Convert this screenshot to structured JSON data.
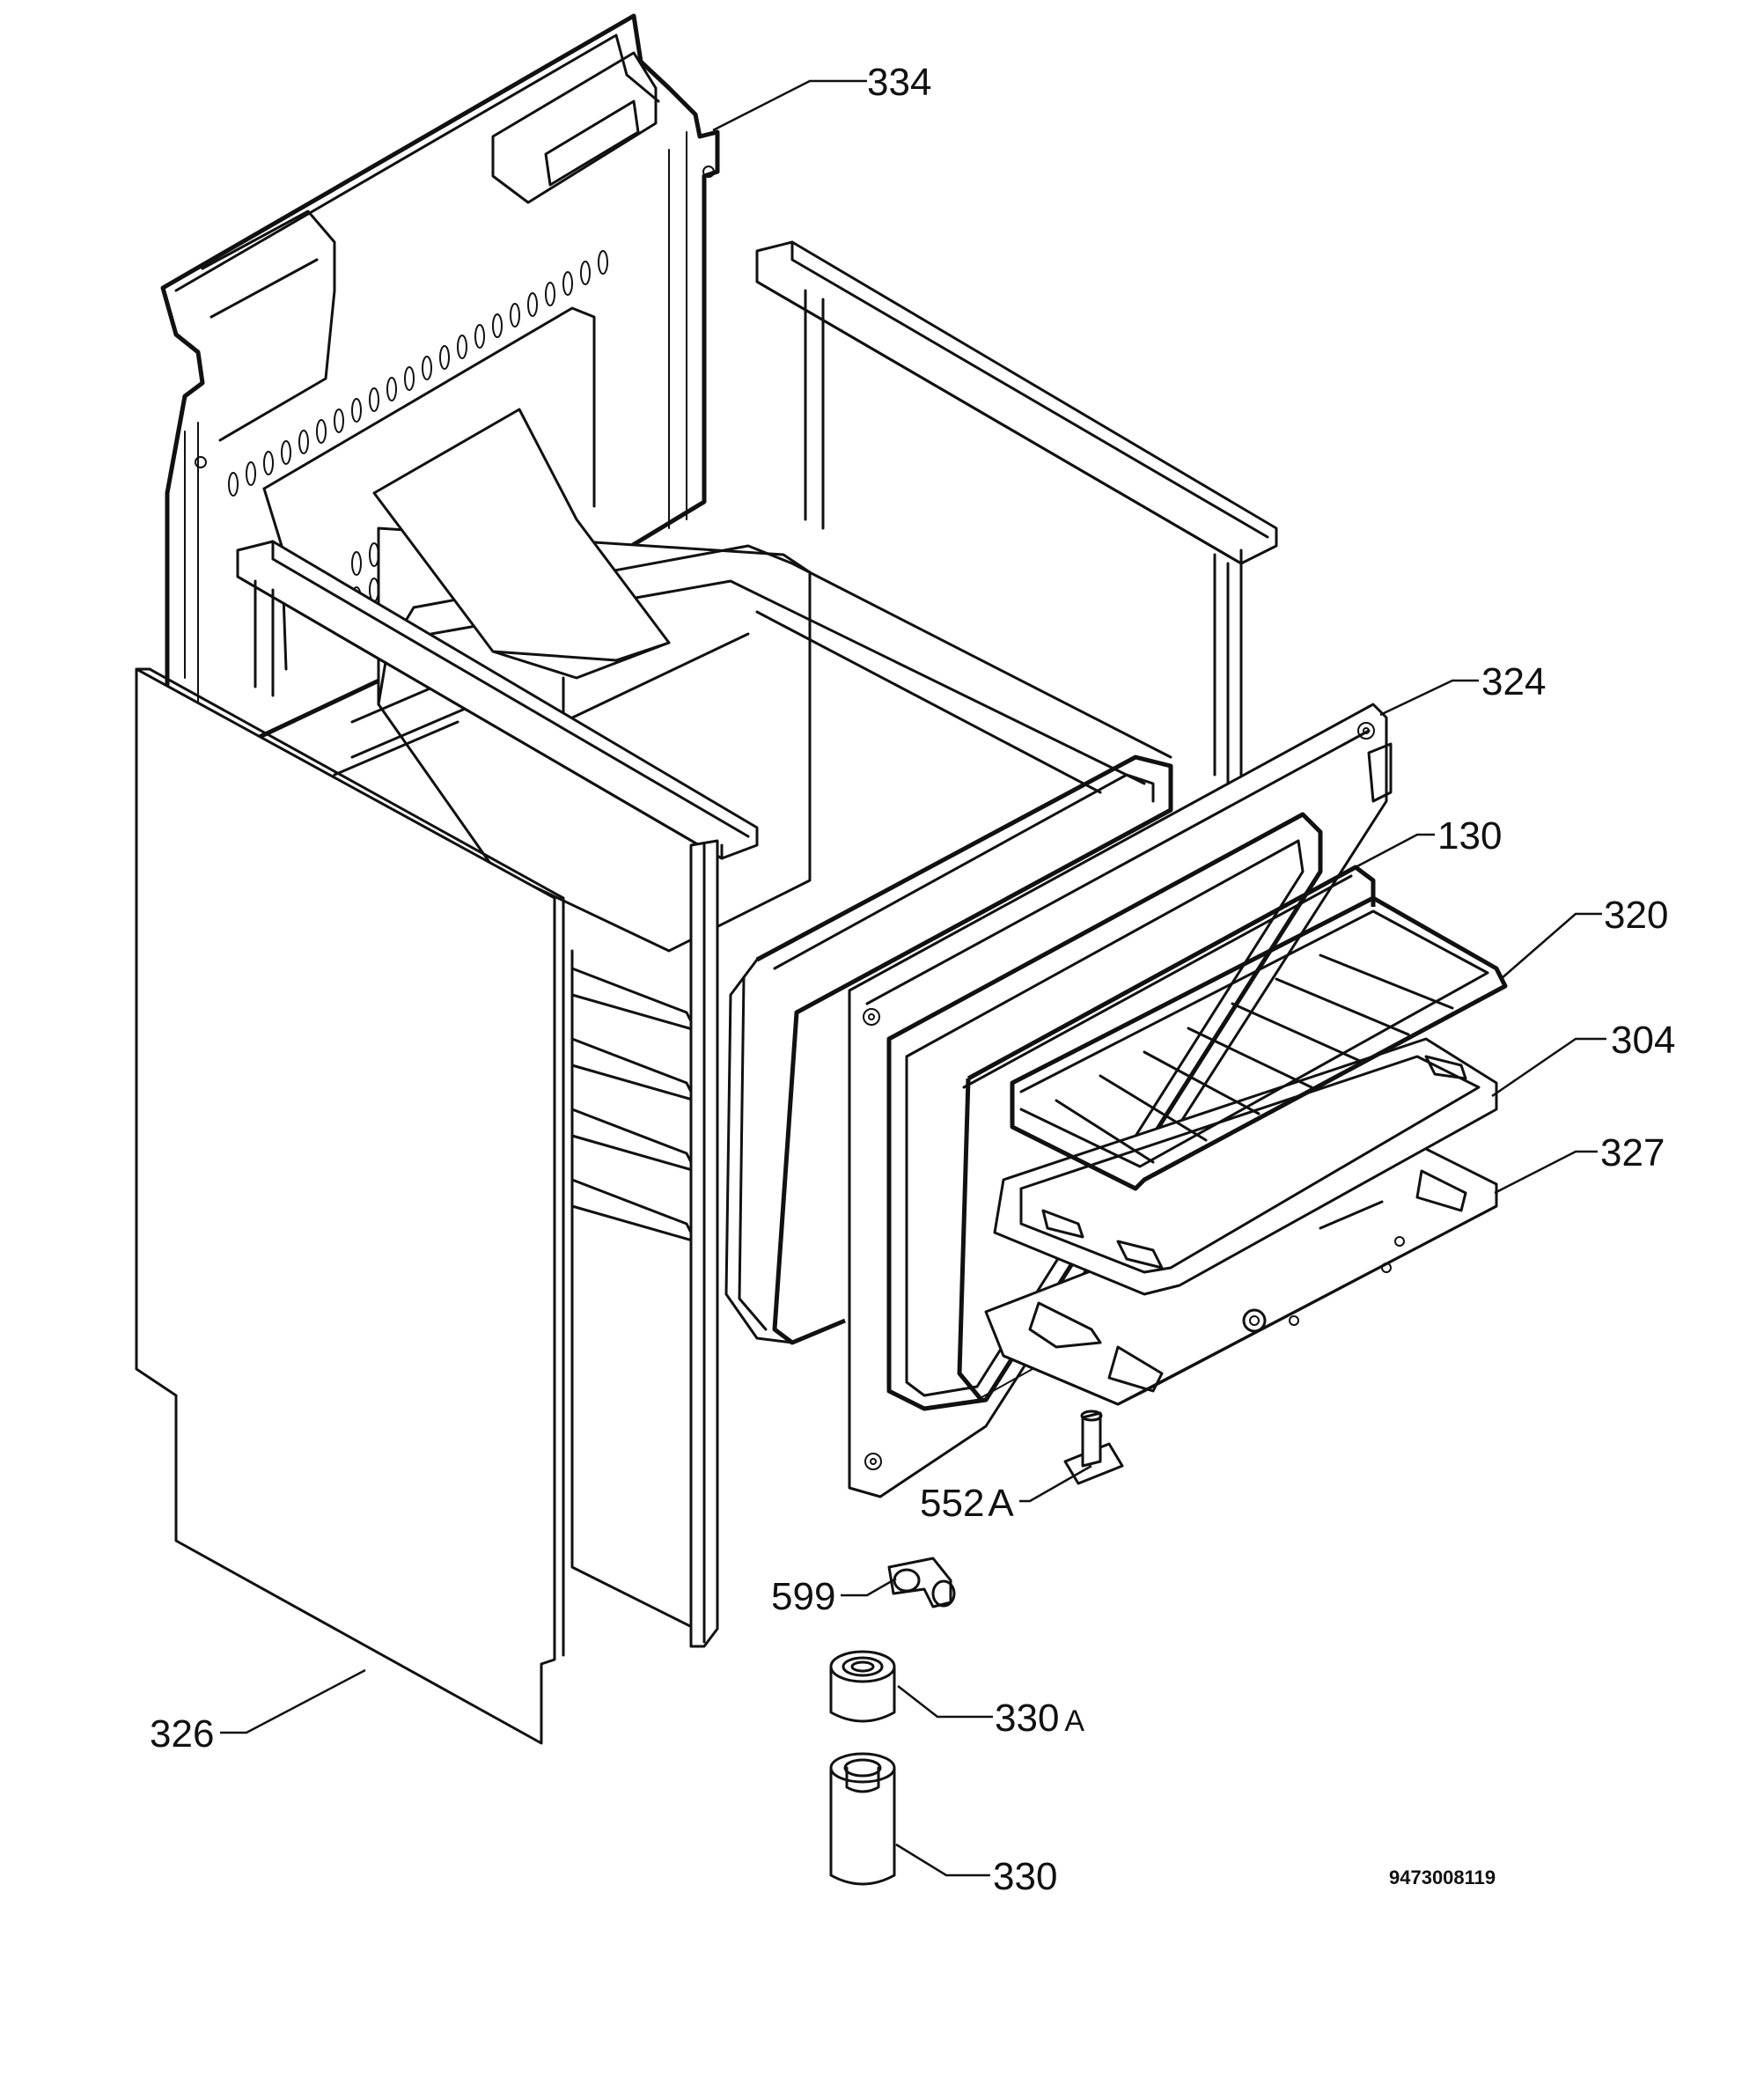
{
  "diagram_code": "9473008119",
  "labels": {
    "p334": "334",
    "p324": "324",
    "p130": "130",
    "p320": "320",
    "p304": "304",
    "p327": "327",
    "p552": "552",
    "p552_suffix": "A",
    "p599": "599",
    "p330a": "330",
    "p330a_suffix": "A",
    "p330": "330",
    "p326": "326"
  }
}
